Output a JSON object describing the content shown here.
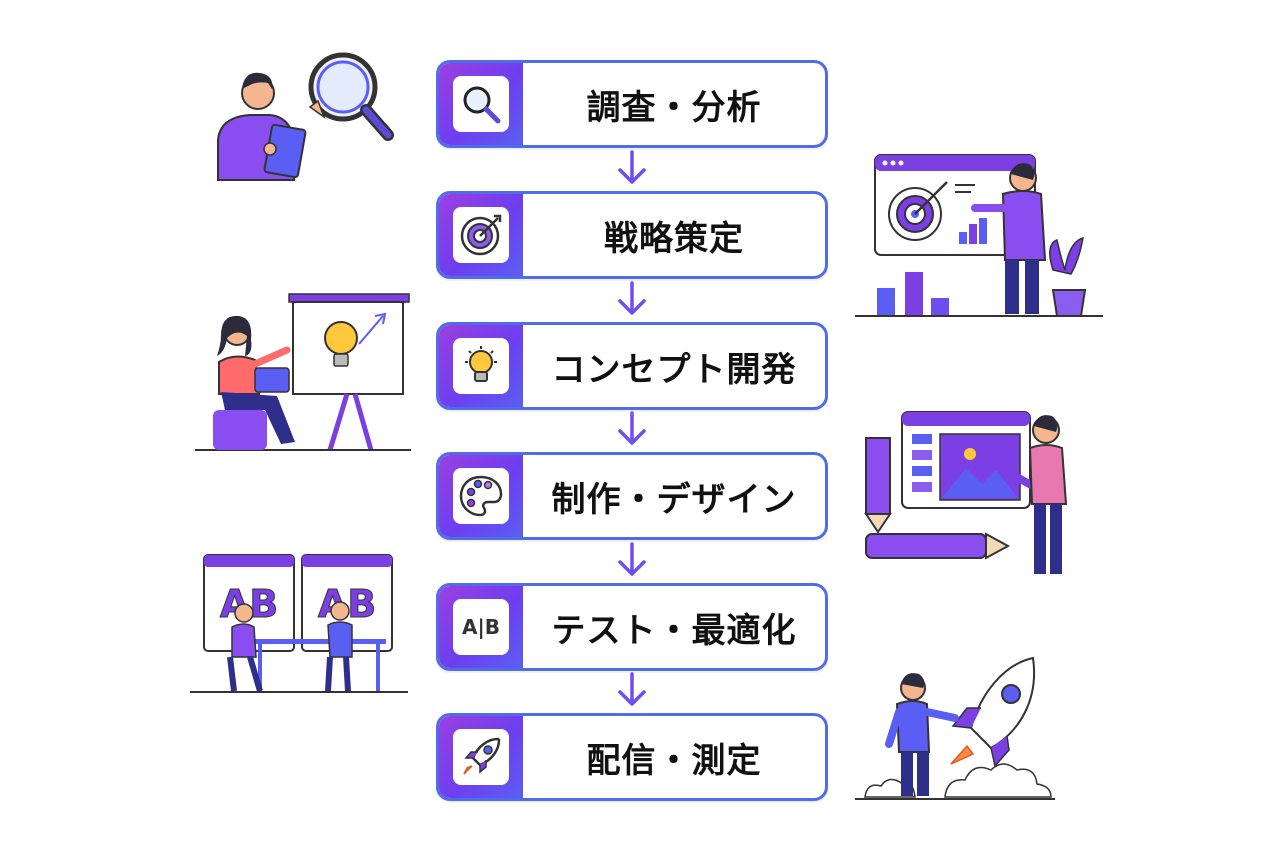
{
  "steps": [
    {
      "label": "調査・分析",
      "icon": "magnifier-icon"
    },
    {
      "label": "戦略策定",
      "icon": "target-icon"
    },
    {
      "label": "コンセプト開発",
      "icon": "lightbulb-icon"
    },
    {
      "label": "制作・デザイン",
      "icon": "palette-icon"
    },
    {
      "label": "テスト・最適化",
      "icon": "ab-icon"
    },
    {
      "label": "配信・測定",
      "icon": "rocket-icon"
    }
  ],
  "ab_icon_text": "A|B",
  "illustrations": {
    "ab_screen_text": "AB"
  },
  "colors": {
    "accent_purple": "#7b3fe4",
    "accent_blue": "#4f6de8",
    "navy": "#2e2f8a"
  }
}
